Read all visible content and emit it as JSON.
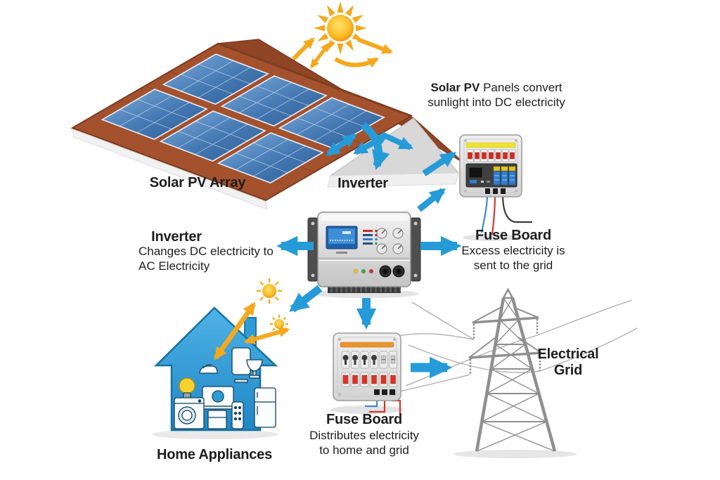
{
  "nodes": {
    "solar_pv_array": {
      "label": "Solar PV Array"
    },
    "solar_pv_note": {
      "bold": "Solar PV",
      "rest": " Panels convert sunlight into DC electricity"
    },
    "inverter": {
      "label": "Inverter"
    },
    "inverter_note": {
      "title": "Inverter",
      "desc": "Changes DC electricity to\nAC Electricity"
    },
    "fuse_board_top": {
      "title": "Fuse Board",
      "desc": "Excess electricity is\nsent to the grid"
    },
    "fuse_board_bottom": {
      "title": "Fuse Board",
      "desc": "Distributes electricity\nto home and grid"
    },
    "electrical_grid": {
      "label": "Electrical\nGrid"
    },
    "home_appliances": {
      "label": "Home Appliances"
    }
  },
  "flows": [
    {
      "from": "sun",
      "to": "solar-pv-array",
      "meaning": "sunlight",
      "color": "yellow"
    },
    {
      "from": "solar-pv-array",
      "to": "inverter",
      "meaning": "DC electricity",
      "color": "blue"
    },
    {
      "from": "inverter",
      "to": "fuse-board-top",
      "meaning": "excess electricity to grid",
      "color": "blue"
    },
    {
      "from": "inverter",
      "to": "fuse-board-bottom",
      "meaning": "AC electricity",
      "color": "blue"
    },
    {
      "from": "inverter",
      "to": "home-appliances",
      "meaning": "AC electricity",
      "color": "blue"
    },
    {
      "from": "fuse-board-bottom",
      "to": "electrical-grid",
      "meaning": "electricity to grid",
      "color": "blue"
    },
    {
      "from": "sun",
      "to": "home-appliances",
      "meaning": "sunlight exchange",
      "color": "yellow"
    }
  ],
  "icons": {
    "sun": "sun-icon",
    "solar_roof": "solar-roof-icon",
    "inverter_device": "inverter-device-icon",
    "fuse_board": "fuse-board-icon",
    "house": "house-appliances-icon",
    "transmission_tower": "transmission-tower-icon"
  },
  "colors": {
    "arrow_blue": "#259BD8",
    "arrow_yellow": "#F5A81C",
    "roof_brown": "#A4512E",
    "panel_blue": "#3B70A8",
    "house_blue": "#2F9CD6",
    "text": "#1E1E1E",
    "background": "#FFFFFF"
  }
}
